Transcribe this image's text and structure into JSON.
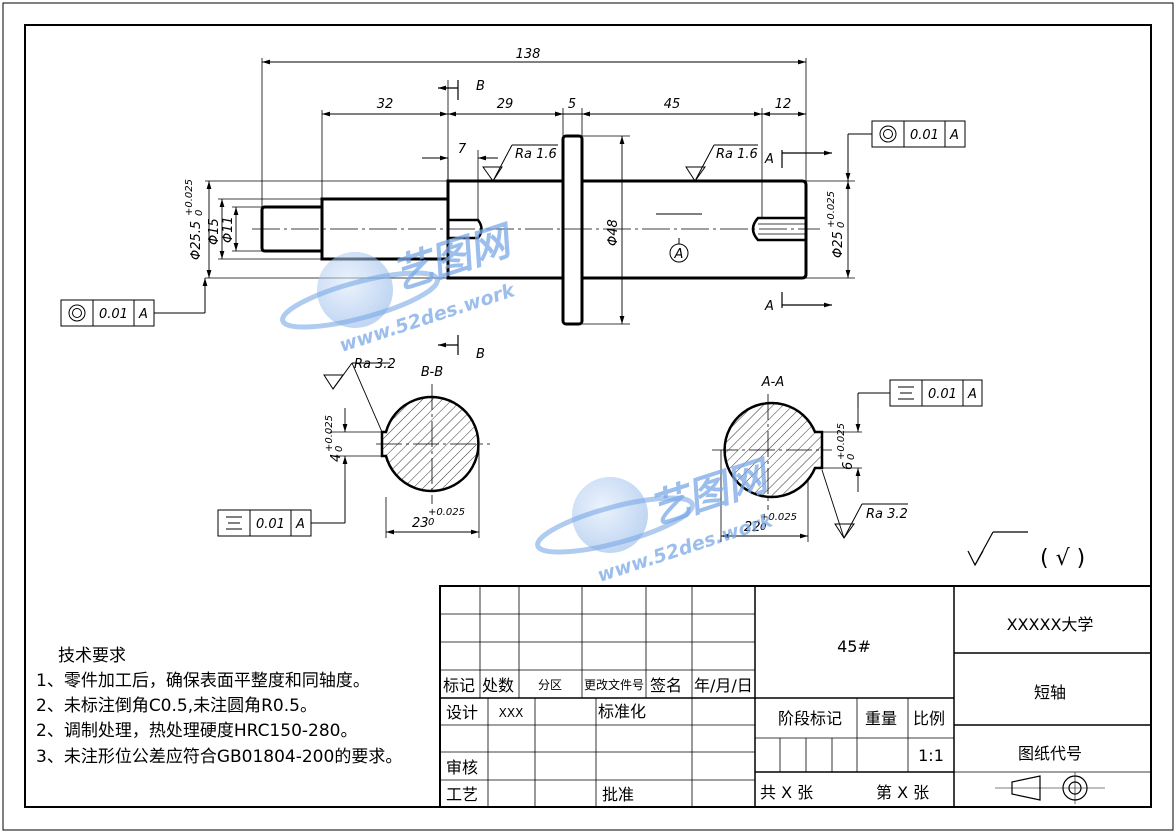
{
  "dimensions": {
    "overall_length": "138",
    "seg_32": "32",
    "seg_29": "29",
    "seg_5": "5",
    "seg_45": "45",
    "seg_12": "12",
    "seg_7": "7",
    "dia_25_5": "Φ25.5",
    "dia_25_5_tol": "+0.025",
    "dia_25_5_tol0": "0",
    "dia_15": "Φ15",
    "dia_11": "Φ11",
    "dia_48": "Φ48",
    "dia_25": "Φ25",
    "dia_25_tol": "+0.025",
    "dia_25_tol0": "0",
    "bb_width": "23",
    "bb_tol": "+0.025",
    "bb_tol0": "0",
    "bb_key": "4",
    "bb_key_tol": "+0.025",
    "bb_key_tol0": "0",
    "aa_width": "22",
    "aa_tol": "+0.025",
    "aa_tol0": "0",
    "aa_key": "6",
    "aa_key_tol": "+0.025",
    "aa_key_tol0": "0"
  },
  "roughness": {
    "ra16_left": "Ra 1.6",
    "ra16_right": "Ra 1.6",
    "ra32_bb": "Ra 3.2",
    "ra32_aa": "Ra 3.2",
    "general_symbol": "( √ )"
  },
  "tolerance_frames": {
    "top_right": {
      "value": "0.01",
      "datum": "A"
    },
    "left": {
      "value": "0.01",
      "datum": "A"
    },
    "bb": {
      "value": "0.01",
      "datum": "A"
    },
    "aa": {
      "value": "0.01",
      "datum": "A"
    }
  },
  "section_labels": {
    "b_top": "B",
    "b_bottom": "B",
    "a_top": "A",
    "a_bottom": "A",
    "datum_a": "A",
    "bb_title": "B-B",
    "aa_title": "A-A"
  },
  "watermark": {
    "cn": "艺图网",
    "url": "www.52des.work"
  },
  "tech_req": {
    "title": "技术要求",
    "items": [
      "1、零件加工后，确保表面平整度和同轴度。",
      "2、未标注倒角C0.5,未注圆角R0.5。",
      "2、调制处理，热处理硬度HRC150-280。",
      "3、未注形位公差应符合GB01804-200的要求。"
    ]
  },
  "title_block": {
    "material": "45#",
    "school": "XXXXX大学",
    "part_name": "短轴",
    "drawing_no_label": "图纸代号",
    "hdr_mark": "标记",
    "hdr_count": "处数",
    "hdr_zone": "分区",
    "hdr_doc": "更改文件号",
    "hdr_sign": "签名",
    "hdr_date": "年/月/日",
    "design": "设计",
    "designer": "XXX",
    "standard": "标准化",
    "review": "审核",
    "process": "工艺",
    "approve": "批准",
    "stage_mark": "阶段标记",
    "weight": "重量",
    "scale_label": "比例",
    "scale_value": "1:1",
    "total_sheets": "共  X  张",
    "sheet_no": "第  X  张"
  }
}
